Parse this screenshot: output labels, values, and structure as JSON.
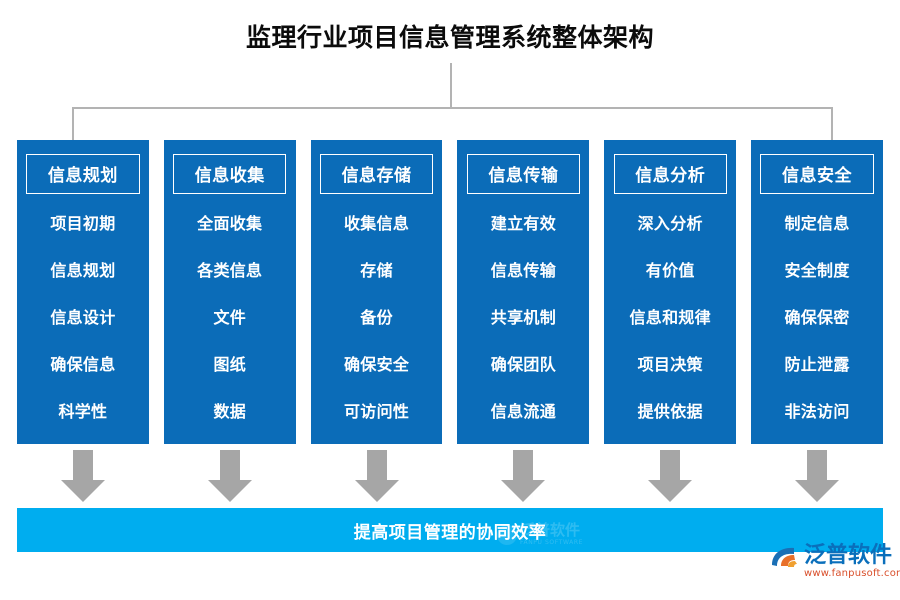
{
  "title": "监理行业项目信息管理系统整体架构",
  "colors": {
    "column_blue": "#0b6cb8",
    "bottom_bar_blue": "#00adef",
    "arrow_gray": "#a6a6a6",
    "connector_gray": "#b3b3b3",
    "logo_blue": "#0a6fbb",
    "logo_orange": "#d94f2b"
  },
  "columns": [
    {
      "header": "信息规划",
      "items": [
        "项目初期",
        "信息规划",
        "信息设计",
        "确保信息",
        "科学性"
      ]
    },
    {
      "header": "信息收集",
      "items": [
        "全面收集",
        "各类信息",
        "文件",
        "图纸",
        "数据"
      ]
    },
    {
      "header": "信息存储",
      "items": [
        "收集信息",
        "存储",
        "备份",
        "确保安全",
        "可访问性"
      ]
    },
    {
      "header": "信息传输",
      "items": [
        "建立有效",
        "信息传输",
        "共享机制",
        "确保团队",
        "信息流通"
      ]
    },
    {
      "header": "信息分析",
      "items": [
        "深入分析",
        "有价值",
        "信息和规律",
        "项目决策",
        "提供依据"
      ]
    },
    {
      "header": "信息安全",
      "items": [
        "制定信息",
        "安全制度",
        "确保保密",
        "防止泄露",
        "非法访问"
      ]
    }
  ],
  "bottom_bar": {
    "text": "提高项目管理的协同效率"
  },
  "watermark": {
    "cn": "泛普软件",
    "en": "FANPU SOFTWARE"
  },
  "logo": {
    "name": "泛普软件",
    "url": "www.fanpusoft.com"
  }
}
